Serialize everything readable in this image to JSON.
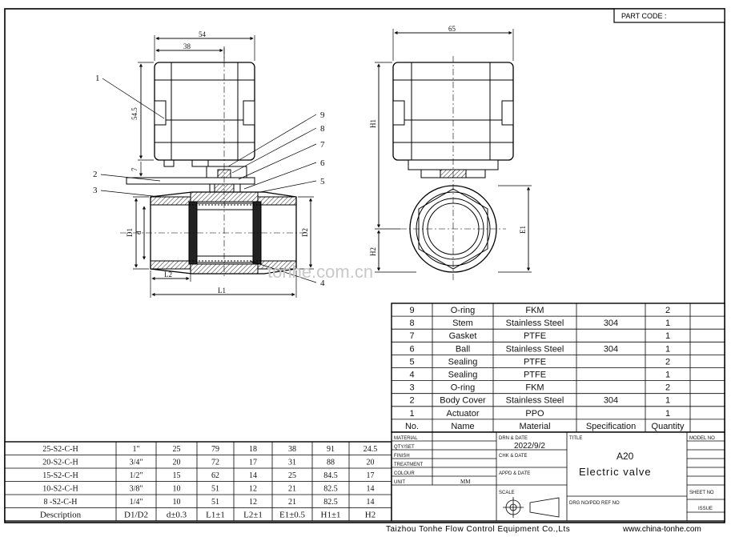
{
  "part_code": "PART CODE :",
  "watermark": "tonhe.com.cn",
  "dimensions": {
    "top_width": "54",
    "top_inner": "38",
    "height_actuator": "54.5",
    "height_small": "7",
    "side_width": "65",
    "H1": "H1",
    "H2": "H2",
    "D1": "D1",
    "d": "d",
    "D2": "D2",
    "L2": "L2",
    "L1": "L1",
    "E1": "E1"
  },
  "callouts": [
    "1",
    "2",
    "3",
    "4",
    "5",
    "6",
    "7",
    "8",
    "9"
  ],
  "bom": {
    "headers": [
      "No.",
      "Name",
      "Material",
      "Specification",
      "Quantity"
    ],
    "rows": [
      [
        "9",
        "O-ring",
        "FKM",
        "",
        "2"
      ],
      [
        "8",
        "Stem",
        "Stainless Steel",
        "304",
        "1"
      ],
      [
        "7",
        "Gasket",
        "PTFE",
        "",
        "1"
      ],
      [
        "6",
        "Ball",
        "Stainless Steel",
        "304",
        "1"
      ],
      [
        "5",
        "Sealing",
        "PTFE",
        "",
        "2"
      ],
      [
        "4",
        "Sealing",
        "PTFE",
        "",
        "1"
      ],
      [
        "3",
        "O-ring",
        "FKM",
        "",
        "2"
      ],
      [
        "2",
        "Body Cover",
        "Stainless Steel",
        "304",
        "1"
      ],
      [
        "1",
        "Actuator",
        "PPO",
        "",
        "1"
      ]
    ]
  },
  "size_table": {
    "rows": [
      [
        "25-S2-C-H",
        "1\"",
        "25",
        "79",
        "18",
        "38",
        "91",
        "24.5"
      ],
      [
        "20-S2-C-H",
        "3/4\"",
        "20",
        "72",
        "17",
        "31",
        "88",
        "20"
      ],
      [
        "15-S2-C-H",
        "1/2\"",
        "15",
        "62",
        "14",
        "25",
        "84.5",
        "17"
      ],
      [
        "10-S2-C-H",
        "3/8\"",
        "10",
        "51",
        "12",
        "21",
        "82.5",
        "14"
      ],
      [
        "8 -S2-C-H",
        "1/4\"",
        "10",
        "51",
        "12",
        "21",
        "82.5",
        "14"
      ]
    ],
    "header": [
      "Description",
      "D1/D2",
      "d±0.3",
      "L1±1",
      "L2±1",
      "E1±0.5",
      "H1±1",
      "H2"
    ]
  },
  "title_block": {
    "left_labels": [
      "MATERIAL",
      "QTY/SET",
      "FINISH",
      "TREATMENT",
      "COLOUR",
      "UNIT"
    ],
    "unit_value": "MM",
    "drn_date_label": "DRN & DATE",
    "drn_date_value": "2022/9/2",
    "chk_date_label": "CHK & DATE",
    "appd_date_label": "APPD & DATE",
    "scale_label": "SCALE",
    "title_label": "TITLE",
    "title_code": "A20",
    "title_name": "Electric valve",
    "drg_label": "DRG NO/PDD REF NO",
    "model_no_label": "MODEL NO",
    "sheet_no_label": "SHEET NO",
    "issue_label": "ISSUE"
  },
  "footer": {
    "company": "Taizhou Tonhe Flow Control Equipment Co.,Lts",
    "website": "www.china-tonhe.com"
  }
}
